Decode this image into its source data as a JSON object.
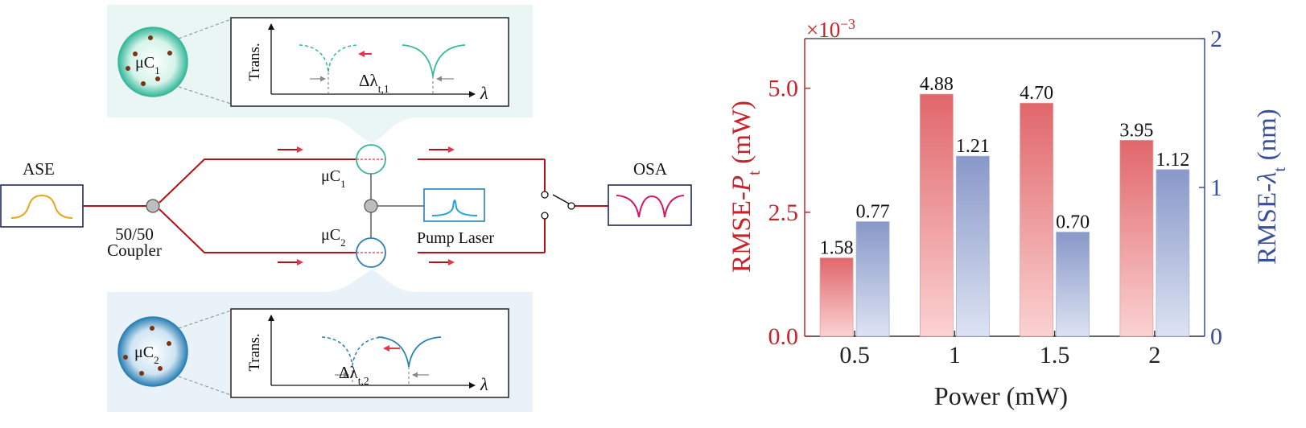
{
  "diagram": {
    "source_label": "ASE",
    "coupler_label_top": "50/50",
    "coupler_label_bottom": "Coupler",
    "analyzer_label": "OSA",
    "pump_label": "Pump Laser",
    "resonator_1": "μC",
    "resonator_1_sub": "1",
    "resonator_2": "μC",
    "resonator_2_sub": "2",
    "inset_y_label": "Trans.",
    "inset_x_label": "λ",
    "shift_1": "Δλ",
    "shift_1_sub": "t,1",
    "shift_2": "Δλ",
    "shift_2_sub": "t,2",
    "colors": {
      "fiber": "#b3121a",
      "resonator_1": "#34b89a",
      "resonator_2": "#2a7fb4",
      "ase_trace": "#e8a41e",
      "pump_trace": "#1fa3d8",
      "osa_trace": "#d2186b",
      "arrow": "#e8344a",
      "inset_bg_1": "#eaf6f3",
      "inset_bg_2": "#eaf2f9"
    }
  },
  "chart_data": {
    "type": "bar",
    "categories": [
      "0.5",
      "1",
      "1.5",
      "2"
    ],
    "xlabel": "Power (mW)",
    "series": [
      {
        "values": [
          1.58,
          4.88,
          4.7,
          3.95
        ],
        "labels": [
          "1.58",
          "4.88",
          "4.70",
          "3.95"
        ],
        "axis": "left",
        "color": "#e0676b"
      },
      {
        "values": [
          0.77,
          1.21,
          0.7,
          1.12
        ],
        "labels": [
          "0.77",
          "1.21",
          "0.70",
          "1.12"
        ],
        "axis": "right",
        "color": "#8898c8"
      }
    ],
    "left_axis": {
      "label_main": "RMSE-",
      "label_var": "P",
      "label_sub": "t",
      "label_unit": " (mW)",
      "multiplier": "×10",
      "multiplier_exp": "−3",
      "ylim": [
        0,
        6
      ],
      "ticks": [
        0,
        2.5,
        5.0
      ],
      "tick_labels": [
        "0.0",
        "2.5",
        "5.0"
      ],
      "color": "#c8232b"
    },
    "right_axis": {
      "label_main": "RMSE-",
      "label_var": "λ",
      "label_sub": "t",
      "label_unit": " (nm)",
      "ylim": [
        0,
        2
      ],
      "ticks": [
        0,
        1,
        2
      ],
      "tick_labels": [
        "0",
        "1",
        "2"
      ],
      "color": "#3a4f9a"
    },
    "grid": false
  }
}
